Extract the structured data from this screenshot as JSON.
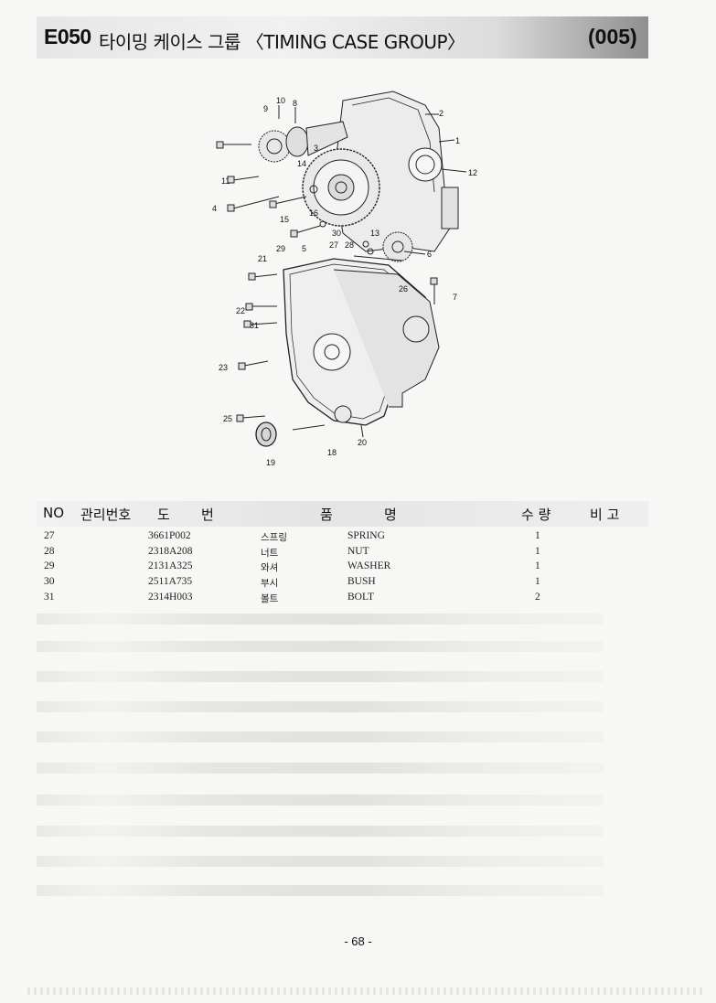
{
  "header": {
    "code": "E050",
    "title": "타이밍 케이스 그룹 〈TIMING CASE GROUP〉",
    "page_code": "(005)"
  },
  "diagram": {
    "callouts": [
      "10",
      "9",
      "8",
      "2",
      "1",
      "3",
      "12",
      "14",
      "11",
      "4",
      "15",
      "16",
      "13",
      "30",
      "27",
      "28",
      "6",
      "29",
      "5",
      "21",
      "26",
      "7",
      "22",
      "31",
      "23",
      "25",
      "20",
      "18",
      "19"
    ]
  },
  "table": {
    "headers": {
      "no": "NO",
      "mgmt_no": "관리번호",
      "drawing_no_1": "도",
      "drawing_no_2": "번",
      "part_name_1": "품",
      "part_name_2": "명",
      "qty": "수 량",
      "remarks": "비 고"
    },
    "rows": [
      {
        "no": "27",
        "part_no": "3661P002",
        "name_ko": "스프링",
        "name_en": "SPRING",
        "qty": "1"
      },
      {
        "no": "28",
        "part_no": "2318A208",
        "name_ko": "너트",
        "name_en": "NUT",
        "qty": "1"
      },
      {
        "no": "29",
        "part_no": "2131A325",
        "name_ko": "와셔",
        "name_en": "WASHER",
        "qty": "1"
      },
      {
        "no": "30",
        "part_no": "2511A735",
        "name_ko": "부시",
        "name_en": "BUSH",
        "qty": "1"
      },
      {
        "no": "31",
        "part_no": "2314H003",
        "name_ko": "볼트",
        "name_en": "BOLT",
        "qty": "2"
      }
    ]
  },
  "footer": {
    "page_number": "- 68 -"
  }
}
